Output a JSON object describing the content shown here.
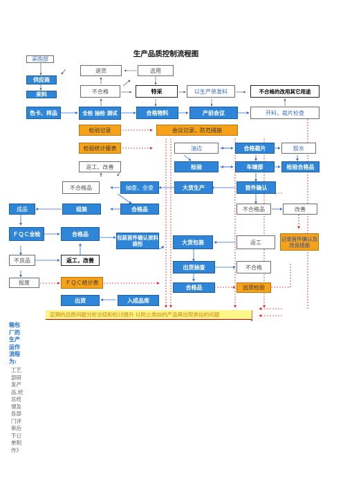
{
  "title": "生产品质控制流程图",
  "nodes": {
    "caigoubu": "采购部",
    "gongyingshang": "供应商",
    "laiiliao": "来料",
    "sekayangpin": "色卡、样品",
    "tuihuo": "退货",
    "xuanyong": "选用",
    "buhege1": "不合格",
    "tecai": "特采",
    "yishengchandan": "以生产单发料",
    "buhegegaiyong": "不合格的改用其它用途",
    "quanjian": "全检 抽检 测试",
    "hegewuliao": "合格物料",
    "chanqianhuiyi": "产前会议",
    "kailiao": "开料，裁片检查",
    "jianyanjilu": "检验记录",
    "huiyijilu": "会议记录，防范措施",
    "jianyantongji": "检验统计报表",
    "youbian": "油边",
    "hegecaipian": "合格裁片",
    "jiaoshui": "胶水",
    "fangong": "返工、改善",
    "jianyan": "检验",
    "chefengbu": "车缝部",
    "jianyanhegepin": "检验合格品",
    "buhegepin1": "不合格品",
    "choucha": "抽查、全查",
    "dahuoshengchan": "大货生产",
    "shoujianqueren": "首件确认",
    "chengpin": "成品",
    "zuzhuang": "组装",
    "hegepin1": "合格品",
    "buhegepin2": "不合格品",
    "gaishan": "改善",
    "fqcquanjian": "ＦＱＣ全检",
    "hegepin2": "合格品",
    "baozhuangshoujian": "包装首件确认资料袋形",
    "dahuobaozhuang": "大货包装",
    "fangong2": "返工",
    "jilushoujian": "记录首件确认及改良措施",
    "buliangpin": "不良品",
    "fangonggaishan": "返工，改善",
    "chuhuochoucha": "出货抽查",
    "buhege2": "不合格",
    "baofei": "报废",
    "fqctongji": "ＦＱＣ统计表",
    "hegepin3": "合格品",
    "chuhuojianyan": "出货检验",
    "chuhuo": "出货",
    "rucheng": "入成品库"
  },
  "footer": "定期的品质问题分析总结和检讨提升  以防止类似的产品再出现类似的问题",
  "note_head": "箱包厂的生产运作流程为:",
  "note_body": "工艺部研发产品,经总经理及各部门评审后下订单制作》"
}
